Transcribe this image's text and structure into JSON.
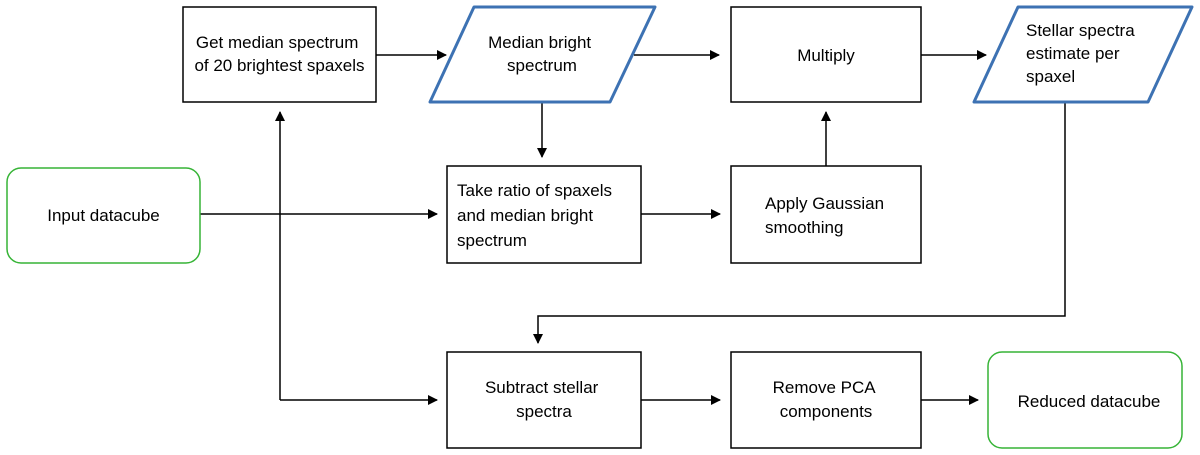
{
  "nodes": {
    "get_median": {
      "lines": [
        "Get median spectrum",
        "of 20 brightest spaxels"
      ]
    },
    "median_bright": {
      "lines": [
        "Median bright",
        "spectrum"
      ]
    },
    "multiply": {
      "lines": [
        "Multiply"
      ]
    },
    "stellar_est": {
      "lines": [
        "Stellar spectra",
        "estimate per",
        "spaxel"
      ]
    },
    "input": {
      "lines": [
        "Input datacube"
      ]
    },
    "take_ratio": {
      "lines": [
        "Take ratio of spaxels",
        "and median bright",
        "spectrum"
      ]
    },
    "gaussian": {
      "lines": [
        "Apply Gaussian",
        "smoothing"
      ]
    },
    "subtract": {
      "lines": [
        "Subtract stellar",
        "spectra"
      ]
    },
    "pca": {
      "lines": [
        "Remove PCA",
        "components"
      ]
    },
    "reduced": {
      "lines": [
        "Reduced datacube"
      ]
    }
  },
  "colors": {
    "process_border": "#000000",
    "data_border": "#3d72b3",
    "terminal_border": "#36b436",
    "arrow": "#000000"
  }
}
